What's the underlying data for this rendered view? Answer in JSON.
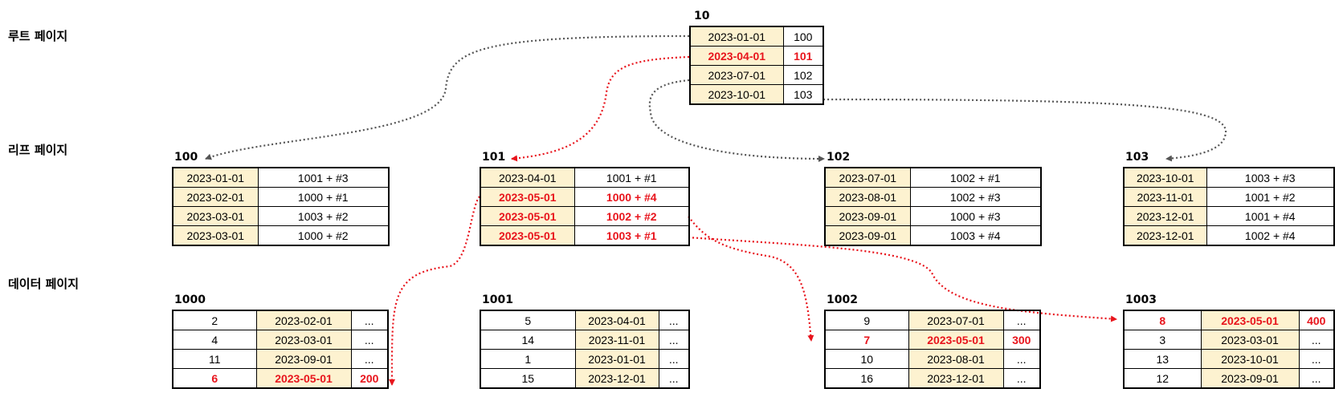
{
  "labels": {
    "root": "루트 페이지",
    "leaf": "리프 페이지",
    "data": "데이터 페이지"
  },
  "root": {
    "page": "10",
    "rows": [
      {
        "key": "2023-01-01",
        "ptr": "100",
        "hl": false
      },
      {
        "key": "2023-04-01",
        "ptr": "101",
        "hl": true
      },
      {
        "key": "2023-07-01",
        "ptr": "102",
        "hl": false
      },
      {
        "key": "2023-10-01",
        "ptr": "103",
        "hl": false
      }
    ]
  },
  "leaves": [
    {
      "page": "100",
      "rows": [
        {
          "key": "2023-01-01",
          "ptr": "1001 + #3",
          "hl": false
        },
        {
          "key": "2023-02-01",
          "ptr": "1000 + #1",
          "hl": false
        },
        {
          "key": "2023-03-01",
          "ptr": "1003 + #2",
          "hl": false
        },
        {
          "key": "2023-03-01",
          "ptr": "1000 + #2",
          "hl": false
        }
      ]
    },
    {
      "page": "101",
      "rows": [
        {
          "key": "2023-04-01",
          "ptr": "1001 + #1",
          "hl": false
        },
        {
          "key": "2023-05-01",
          "ptr": "1000 + #4",
          "hl": true
        },
        {
          "key": "2023-05-01",
          "ptr": "1002 + #2",
          "hl": true
        },
        {
          "key": "2023-05-01",
          "ptr": "1003 + #1",
          "hl": true
        }
      ]
    },
    {
      "page": "102",
      "rows": [
        {
          "key": "2023-07-01",
          "ptr": "1002 + #1",
          "hl": false
        },
        {
          "key": "2023-08-01",
          "ptr": "1002 + #3",
          "hl": false
        },
        {
          "key": "2023-09-01",
          "ptr": "1000 + #3",
          "hl": false
        },
        {
          "key": "2023-09-01",
          "ptr": "1003 + #4",
          "hl": false
        }
      ]
    },
    {
      "page": "103",
      "rows": [
        {
          "key": "2023-10-01",
          "ptr": "1003 + #3",
          "hl": false
        },
        {
          "key": "2023-11-01",
          "ptr": "1001 + #2",
          "hl": false
        },
        {
          "key": "2023-12-01",
          "ptr": "1001 + #4",
          "hl": false
        },
        {
          "key": "2023-12-01",
          "ptr": "1002 + #4",
          "hl": false
        }
      ]
    }
  ],
  "datapages": [
    {
      "page": "1000",
      "rows": [
        {
          "id": "2",
          "date": "2023-02-01",
          "val": "...",
          "hl": false
        },
        {
          "id": "4",
          "date": "2023-03-01",
          "val": "...",
          "hl": false
        },
        {
          "id": "11",
          "date": "2023-09-01",
          "val": "...",
          "hl": false
        },
        {
          "id": "6",
          "date": "2023-05-01",
          "val": "200",
          "hl": true
        }
      ]
    },
    {
      "page": "1001",
      "rows": [
        {
          "id": "5",
          "date": "2023-04-01",
          "val": "...",
          "hl": false
        },
        {
          "id": "14",
          "date": "2023-11-01",
          "val": "...",
          "hl": false
        },
        {
          "id": "1",
          "date": "2023-01-01",
          "val": "...",
          "hl": false
        },
        {
          "id": "15",
          "date": "2023-12-01",
          "val": "...",
          "hl": false
        }
      ]
    },
    {
      "page": "1002",
      "rows": [
        {
          "id": "9",
          "date": "2023-07-01",
          "val": "...",
          "hl": false
        },
        {
          "id": "7",
          "date": "2023-05-01",
          "val": "300",
          "hl": true
        },
        {
          "id": "10",
          "date": "2023-08-01",
          "val": "...",
          "hl": false
        },
        {
          "id": "16",
          "date": "2023-12-01",
          "val": "...",
          "hl": false
        }
      ]
    },
    {
      "page": "1003",
      "rows": [
        {
          "id": "8",
          "date": "2023-05-01",
          "val": "400",
          "hl": true
        },
        {
          "id": "3",
          "date": "2023-03-01",
          "val": "...",
          "hl": false
        },
        {
          "id": "13",
          "date": "2023-10-01",
          "val": "...",
          "hl": false
        },
        {
          "id": "12",
          "date": "2023-09-01",
          "val": "...",
          "hl": false
        }
      ]
    }
  ],
  "colors": {
    "highlight": "#e8141c",
    "key_fill": "#fdf2d0",
    "gray_link": "#555555"
  }
}
